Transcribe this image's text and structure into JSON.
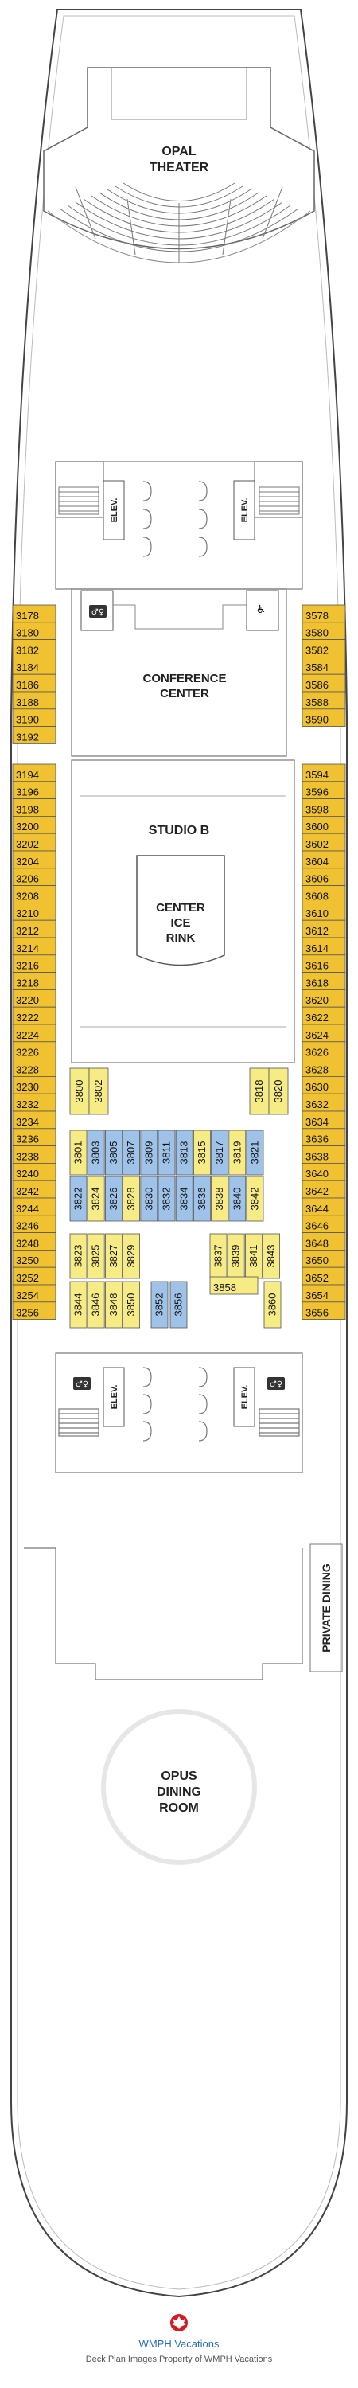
{
  "deck": {
    "venues": {
      "theater": [
        "OPAL",
        "THEATER"
      ],
      "conference": [
        "CONFERENCE",
        "CENTER"
      ],
      "studio": "STUDIO B",
      "rink": [
        "CENTER",
        "ICE",
        "RINK"
      ],
      "dining": [
        "OPUS",
        "DINING",
        "ROOM"
      ],
      "private_dining": "PRIVATE DINING"
    },
    "elevator_label": "ELEV.",
    "cabins": {
      "port_forward": [
        "3178",
        "3180",
        "3182",
        "3184",
        "3186",
        "3188",
        "3190",
        "3192"
      ],
      "starboard_forward": [
        "3578",
        "3580",
        "3582",
        "3584",
        "3586",
        "3588",
        "3590"
      ],
      "port_mid": [
        "3194",
        "3196",
        "3198",
        "3200",
        "3202",
        "3204",
        "3206",
        "3208",
        "3210",
        "3212",
        "3214",
        "3216",
        "3218",
        "3220",
        "3222",
        "3224",
        "3226",
        "3228",
        "3230",
        "3232",
        "3234",
        "3236",
        "3238",
        "3240",
        "3242",
        "3244",
        "3246",
        "3248",
        "3250",
        "3252",
        "3254",
        "3256"
      ],
      "starboard_mid": [
        "3594",
        "3596",
        "3598",
        "3600",
        "3602",
        "3604",
        "3606",
        "3608",
        "3610",
        "3612",
        "3614",
        "3616",
        "3618",
        "3620",
        "3622",
        "3624",
        "3626",
        "3628",
        "3630",
        "3632",
        "3634",
        "3636",
        "3638",
        "3640",
        "3642",
        "3644",
        "3646",
        "3648",
        "3650",
        "3652",
        "3654",
        "3656"
      ],
      "inner_forward": [
        "3800",
        "3802",
        "3818",
        "3820"
      ],
      "inner_row1": [
        "3801",
        "3803",
        "3805",
        "3807",
        "3809",
        "3811",
        "3813",
        "3815",
        "3817",
        "3819",
        "3821"
      ],
      "inner_row2": [
        "3822",
        "3824",
        "3826",
        "3828",
        "3830",
        "3832",
        "3834",
        "3836",
        "3838",
        "3840",
        "3842"
      ],
      "inner_row3": [
        "3823",
        "3825",
        "3827",
        "3829",
        "3837",
        "3839",
        "3841",
        "3843"
      ],
      "inner_row4": [
        "3844",
        "3846",
        "3848",
        "3850",
        "3852",
        "3856",
        "3858",
        "3860"
      ]
    },
    "inside_cabins": [
      "3803",
      "3805",
      "3807",
      "3809",
      "3811",
      "3813",
      "3817",
      "3821",
      "3822",
      "3826",
      "3830",
      "3832",
      "3834",
      "3836",
      "3840",
      "3852",
      "3856"
    ]
  },
  "footer": {
    "brand": "WMPH Vacations",
    "credit": "Deck Plan Images Property of WMPH Vacations"
  },
  "colors": {
    "balcony": "#f0c231",
    "ocean_view": "#f7eb86",
    "interior": "#9fc3e8",
    "outline": "#555555",
    "brand": "#2a6fb8",
    "logo_red": "#d71920"
  }
}
